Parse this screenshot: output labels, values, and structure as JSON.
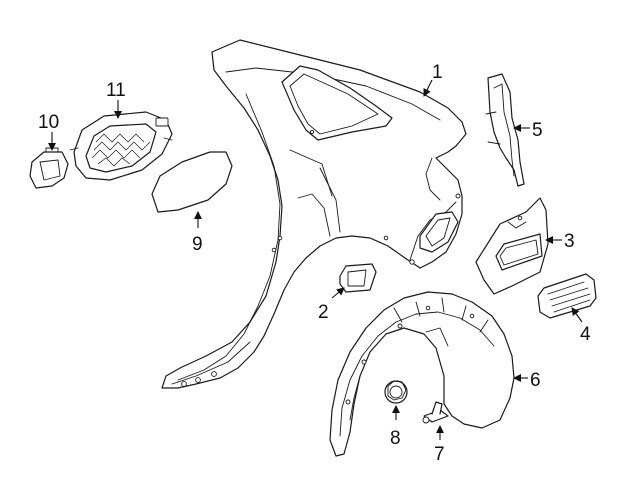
{
  "diagram": {
    "background": "#ffffff",
    "stroke_color": "#1a1a1a",
    "callouts": [
      {
        "id": "1",
        "label": "1"
      },
      {
        "id": "2",
        "label": "2"
      },
      {
        "id": "3",
        "label": "3"
      },
      {
        "id": "4",
        "label": "4"
      },
      {
        "id": "5",
        "label": "5"
      },
      {
        "id": "6",
        "label": "6"
      },
      {
        "id": "7",
        "label": "7"
      },
      {
        "id": "8",
        "label": "8"
      },
      {
        "id": "9",
        "label": "9"
      },
      {
        "id": "10",
        "label": "10"
      },
      {
        "id": "11",
        "label": "11"
      }
    ]
  }
}
